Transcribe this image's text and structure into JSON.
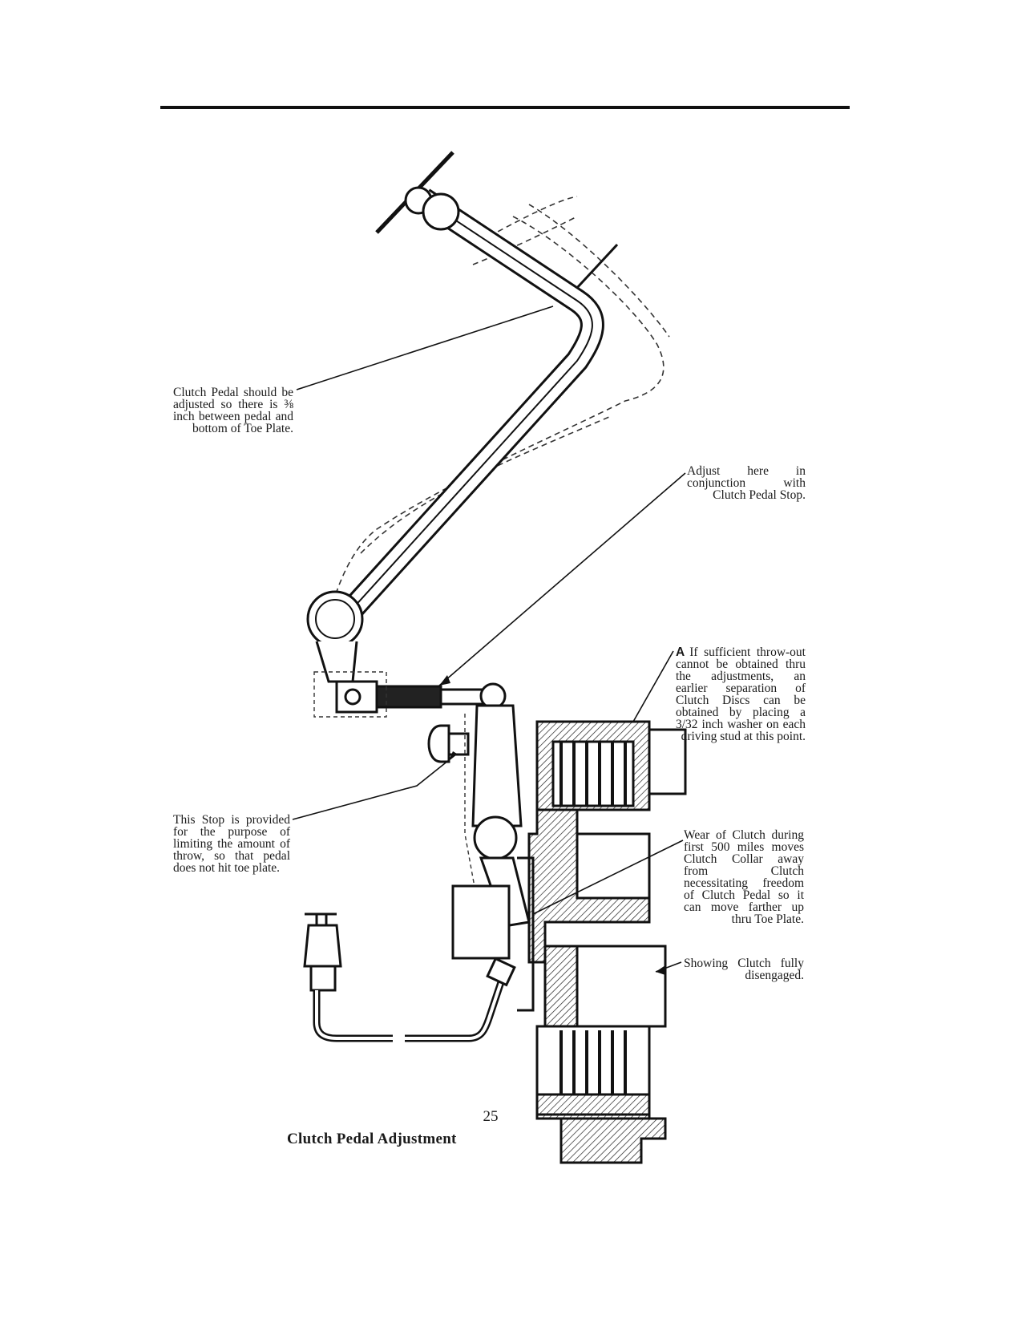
{
  "notes": {
    "pedal": "Clutch Pedal should be adjusted so there is ⅜ inch between pedal and bottom of Toe Plate.",
    "adjust": "Adjust here in conjunction with Clutch Pedal Stop.",
    "a_marker": "A",
    "a_text": "If sufficient throw-out cannot be obtained thru the adjustments, an earlier separation of Clutch Discs can be obtained by placing a 3/32 inch washer on each driving stud at this point.",
    "stop": "This Stop is provided for the purpose of limiting the amount of throw, so that pedal does not hit toe plate.",
    "wear": "Wear of Clutch during first 500 miles moves Clutch Collar away from Clutch necessitating freedom of Clutch Pedal so it can move farther up thru Toe Plate.",
    "showing": "Showing Clutch fully disengaged."
  },
  "page_number": "25",
  "caption": "Clutch Pedal Adjustment"
}
